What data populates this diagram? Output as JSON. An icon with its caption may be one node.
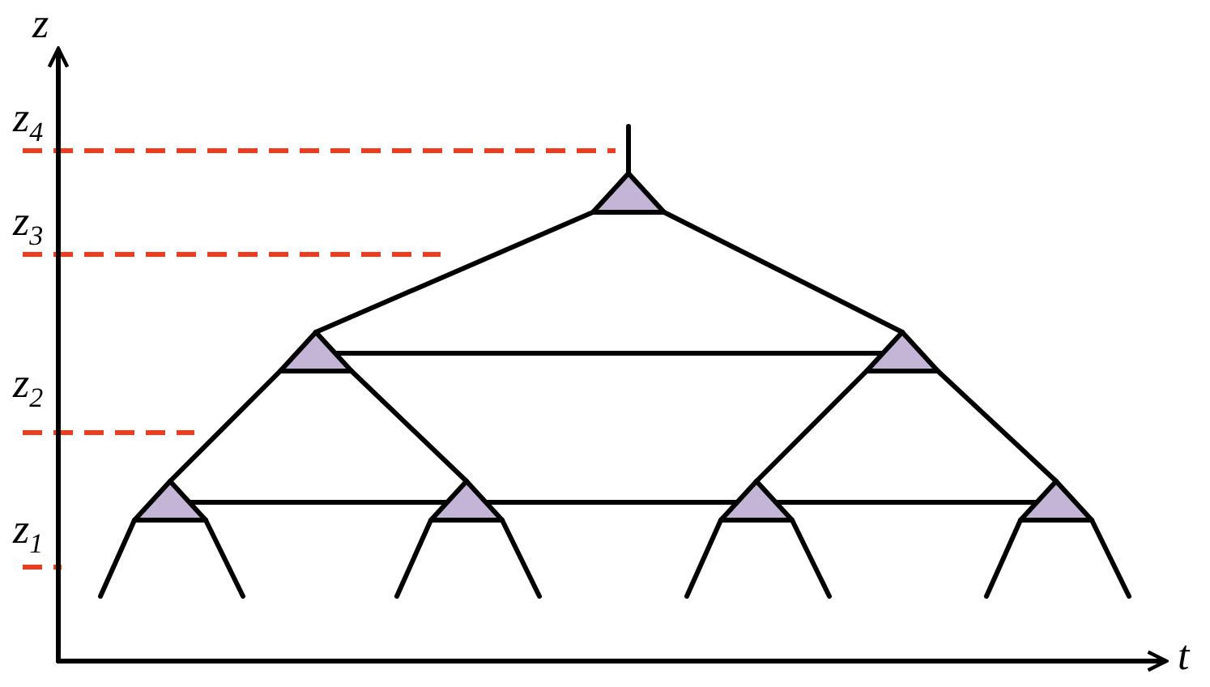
{
  "diagram": {
    "nodes": [
      {
        "text": [],
        "shape": "triangle"
      },
      {
        "text": [],
        "shape": "triangle"
      },
      {
        "text": [],
        "shape": "triangle"
      },
      {
        "text": [],
        "shape": "triangle"
      },
      {
        "text": [],
        "shape": "triangle"
      },
      {
        "text": [],
        "shape": "triangle"
      },
      {
        "text": [],
        "shape": "triangle"
      }
    ],
    "edges": [
      {
        "from": 0,
        "to": 1,
        "arrow": "none"
      },
      {
        "from": 0,
        "to": 2,
        "arrow": "none"
      },
      {
        "from": 1,
        "to": 2,
        "arrow": "none"
      },
      {
        "from": 1,
        "to": 3,
        "arrow": "none"
      },
      {
        "from": 1,
        "to": 4,
        "arrow": "none"
      },
      {
        "from": 2,
        "to": 5,
        "arrow": "none"
      },
      {
        "from": 2,
        "to": 6,
        "arrow": "none"
      },
      {
        "from": 3,
        "to": 4,
        "arrow": "none"
      },
      {
        "from": 4,
        "to": 5,
        "arrow": "none"
      },
      {
        "from": 5,
        "to": 6,
        "arrow": "none"
      },
      {
        "from": 0,
        "to": null,
        "arrow": "none"
      },
      {
        "from": 3,
        "to": null,
        "arrow": "none"
      },
      {
        "from": 3,
        "to": null,
        "arrow": "none"
      },
      {
        "from": 4,
        "to": null,
        "arrow": "none"
      },
      {
        "from": 4,
        "to": null,
        "arrow": "none"
      },
      {
        "from": 5,
        "to": null,
        "arrow": "none"
      },
      {
        "from": 5,
        "to": null,
        "arrow": "none"
      },
      {
        "from": 6,
        "to": null,
        "arrow": "none"
      },
      {
        "from": 6,
        "to": null,
        "arrow": "none"
      }
    ],
    "labels": [
      "z",
      "z$_{4}$",
      "z$_{3}$",
      "z$_{2}$",
      "z$_{1}$",
      "t"
    ]
  }
}
